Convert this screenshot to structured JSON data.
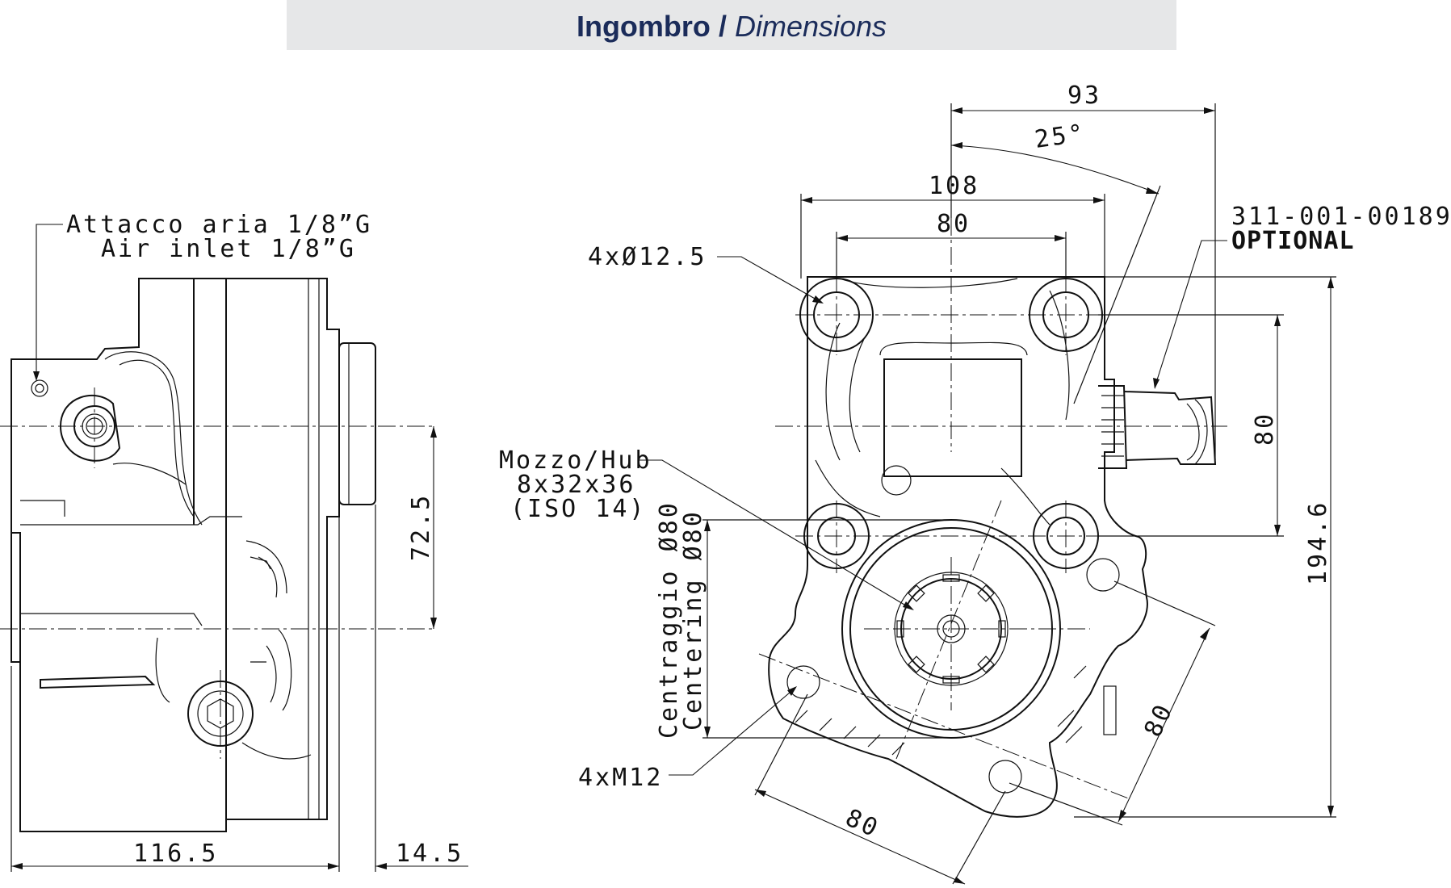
{
  "header": {
    "title_it": "Ingombro",
    "separator": " / ",
    "title_en": "Dimensions",
    "background": "#e6e7e8",
    "text_color": "#1b2c5a"
  },
  "side_view": {
    "air_inlet_it": "Attacco aria 1/8”G",
    "air_inlet_en": "Air inlet 1/8”G",
    "dim_height": "72.5",
    "dim_length": "116.5",
    "dim_flange": "14.5"
  },
  "front_view": {
    "dim_93": "93",
    "dim_angle": "25°",
    "dim_108": "108",
    "dim_80_top": "80",
    "holes_label": "4xØ12.5",
    "part_number": "311-001-00189",
    "optional": "OPTIONAL",
    "hub_it": "Mozzo/Hub",
    "hub_spec": "8x32x36",
    "hub_iso": "(ISO 14)",
    "centering_it": "Centraggio Ø80",
    "centering_en": "Centering Ø80",
    "dim_80_right": "80",
    "dim_194": "194.6",
    "dim_80_diag_right": "80",
    "dim_80_diag_bottom": "80",
    "bolts_label": "4xM12"
  }
}
